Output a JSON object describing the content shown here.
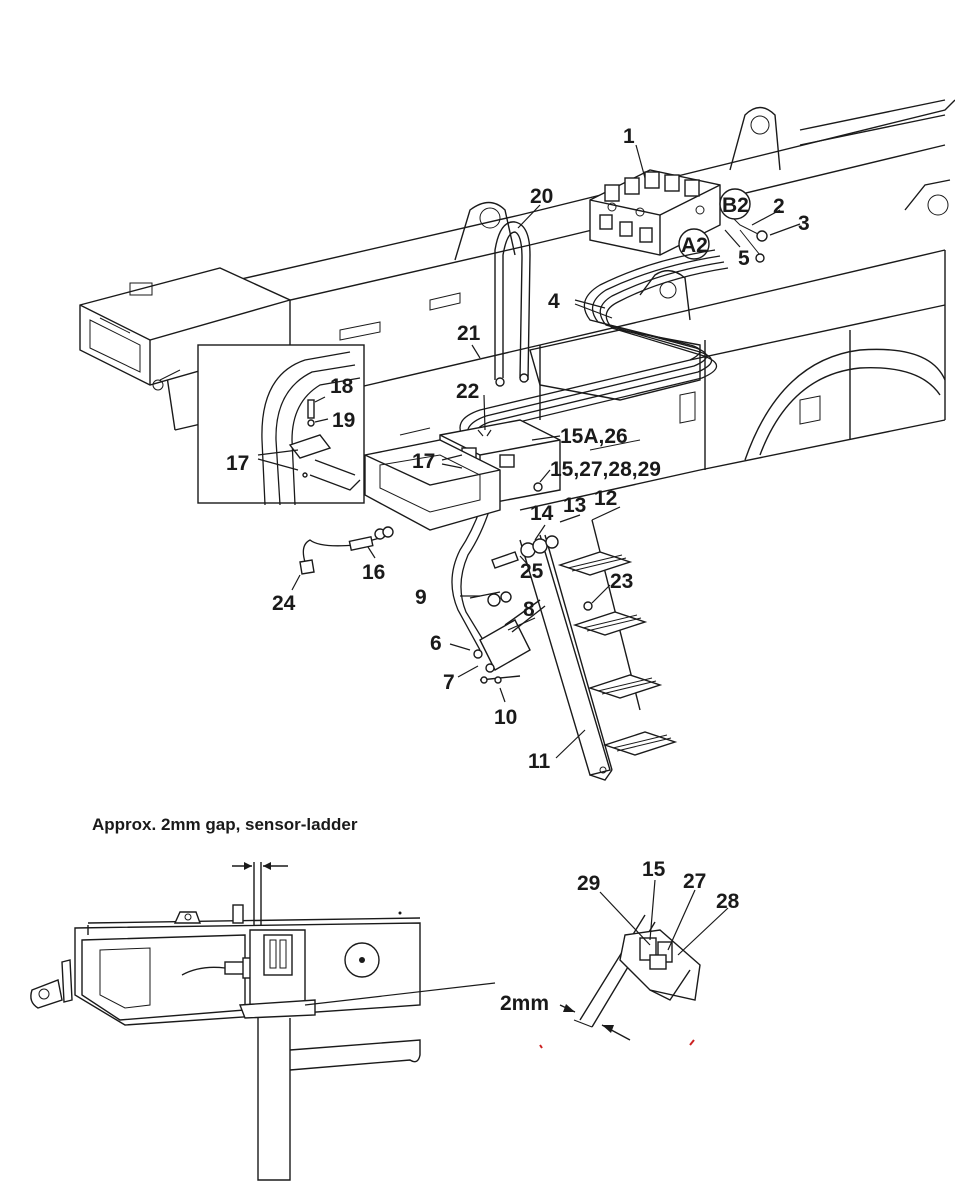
{
  "callouts": {
    "c1": "1",
    "c2": "2",
    "c3": "3",
    "c4": "4",
    "c5": "5",
    "c6": "6",
    "c7": "7",
    "c8": "8",
    "c9": "9",
    "c10": "10",
    "c11": "11",
    "c12": "12",
    "c13": "13",
    "c14": "14",
    "c15_27_28_29": "15,27,28,29",
    "c15a_26": "15A,26",
    "c16": "16",
    "c17a": "17",
    "c17b": "17",
    "c18": "18",
    "c19": "19",
    "c20": "20",
    "c21": "21",
    "c22": "22",
    "c23": "23",
    "c24": "24",
    "c25": "25",
    "a2": "A2",
    "b2": "B2"
  },
  "detail_left": {
    "caption": "Approx. 2mm gap, sensor-ladder"
  },
  "detail_right": {
    "l29": "29",
    "l15": "15",
    "l27": "27",
    "l28": "28",
    "gap": "2mm"
  }
}
